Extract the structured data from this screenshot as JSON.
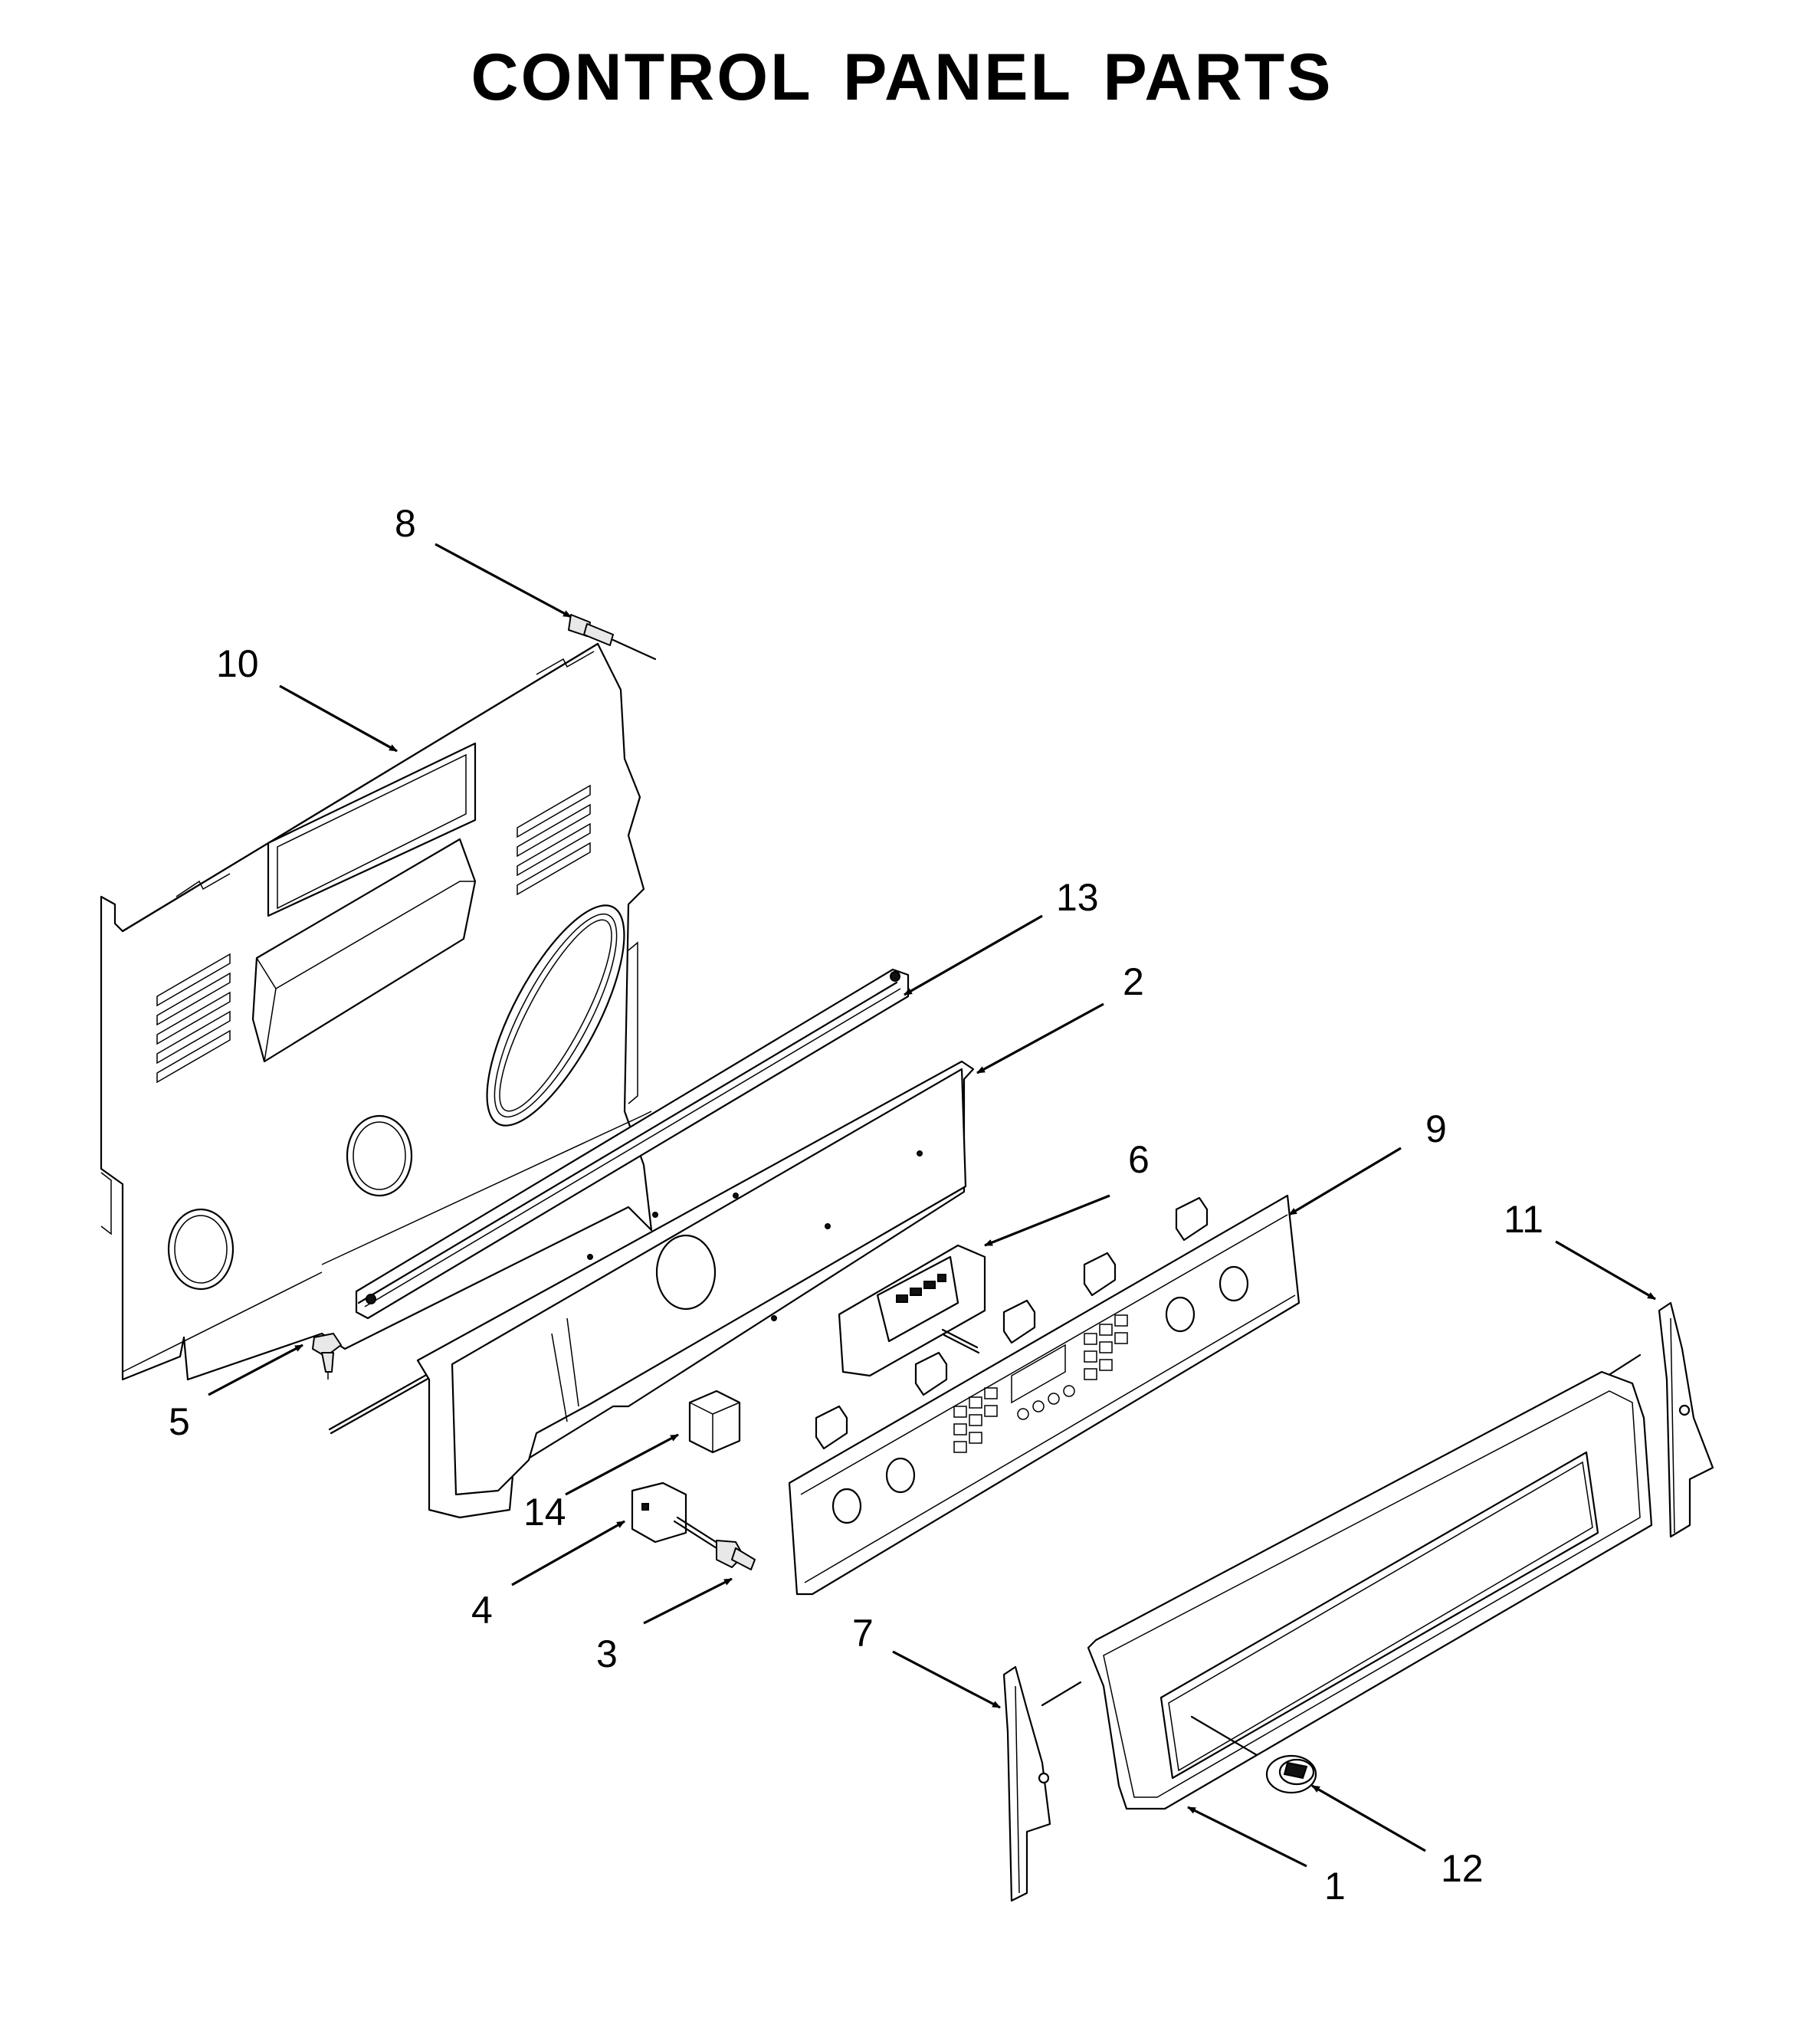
{
  "title": "CONTROL PANEL PARTS",
  "callouts": [
    "8",
    "10",
    "13",
    "2",
    "9",
    "6",
    "11",
    "5",
    "14",
    "4",
    "3",
    "7",
    "1",
    "12"
  ]
}
